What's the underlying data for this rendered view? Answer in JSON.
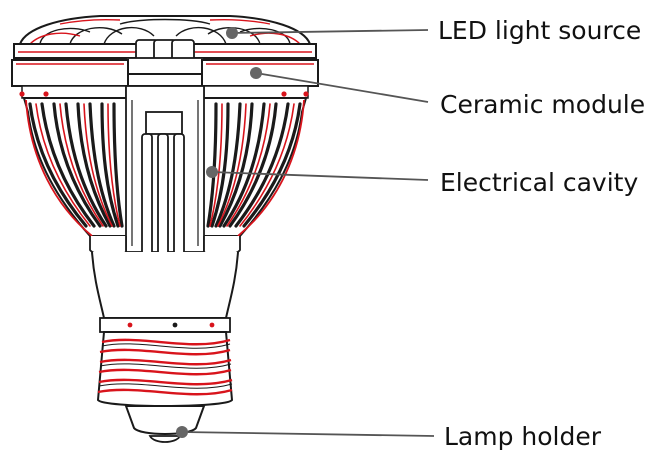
{
  "diagram": {
    "callouts": [
      {
        "id": "led",
        "label": "LED light source"
      },
      {
        "id": "ceramic",
        "label": "Ceramic module"
      },
      {
        "id": "cavity",
        "label": "Electrical cavity"
      },
      {
        "id": "holder",
        "label": "Lamp holder"
      }
    ]
  },
  "colors": {
    "outline": "#1a1a1a",
    "accent_red": "#d8141c",
    "leader": "#555555",
    "dot": "#666666"
  }
}
